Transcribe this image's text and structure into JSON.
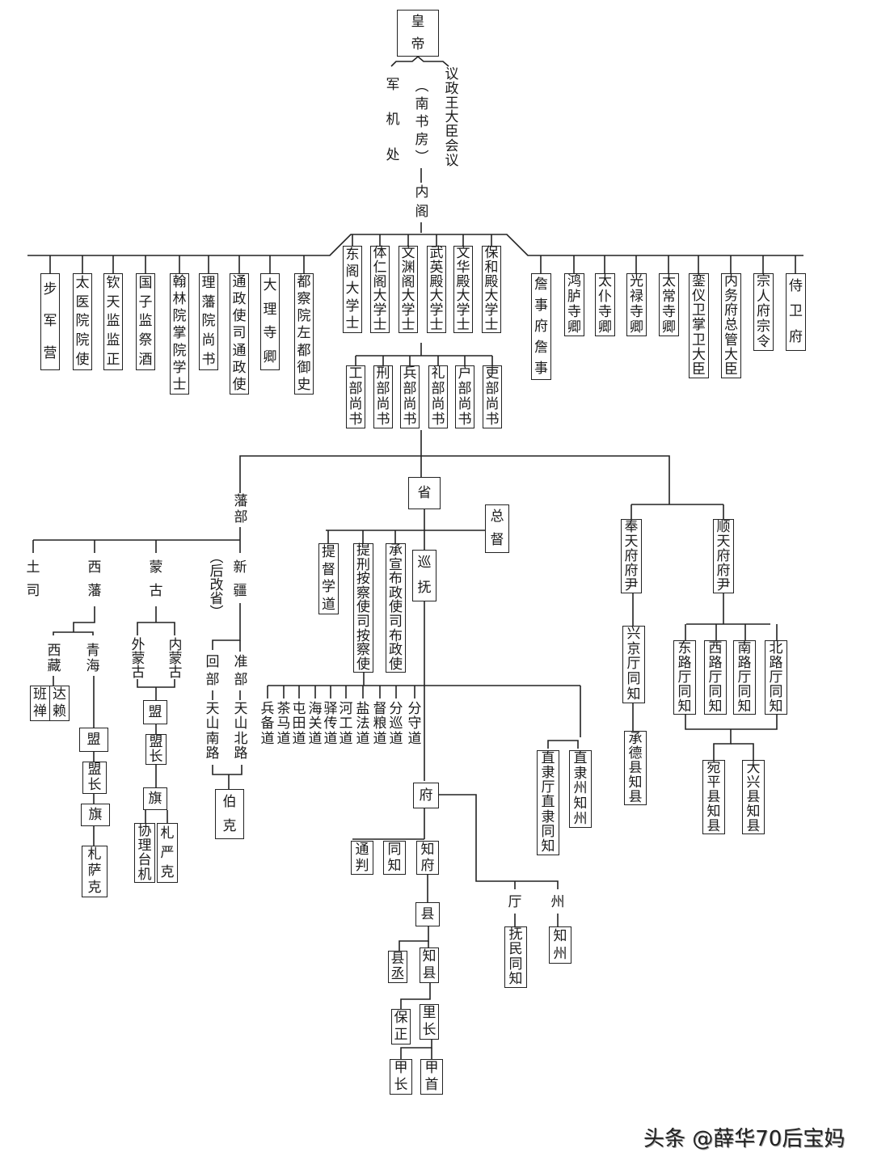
{
  "title": "清朝官制系统图",
  "nodes": {
    "emperor": "皇帝",
    "junjichu": "军机处",
    "nanshufang": "(南书房)",
    "yizheng": "议政王大臣会议",
    "neige": "内阁",
    "left_offices": [
      "步军营",
      "太医院院使",
      "钦天监监正",
      "国子监祭酒",
      "翰林院掌院学士",
      "理藩院尚书",
      "通政使司通政使",
      "大理寺卿",
      "都察院左都御史"
    ],
    "grand_secretaries": [
      "东阁大学士",
      "体仁阁大学士",
      "文渊阁大学士",
      "武英殿大学士",
      "文华殿大学士",
      "保和殿大学士"
    ],
    "right_offices": [
      "詹事府詹事",
      "鸿胪寺卿",
      "太仆寺卿",
      "光禄寺卿",
      "太常寺卿",
      "銮仪卫掌卫大臣",
      "内务府总管大臣",
      "宗人府宗令",
      "侍卫府"
    ],
    "six_ministries": [
      "工部尚书",
      "刑部尚书",
      "兵部尚书",
      "礼部尚书",
      "户部尚书",
      "吏部尚书"
    ],
    "fanbu": "藩部",
    "fanbu_children": [
      "土司",
      "西藩",
      "蒙古",
      "新疆"
    ],
    "xinjiang_note": "(后改省)",
    "xifan_children": [
      "西藏",
      "青海"
    ],
    "tibet_leaders": [
      "班禅",
      "达赖"
    ],
    "qinghai_chain": [
      "盟",
      "盟长",
      "旗",
      "札萨克"
    ],
    "mongol_children": [
      "外蒙古",
      "内蒙古"
    ],
    "mongol_chain": [
      "盟",
      "盟长",
      "旗"
    ],
    "mongol_banner_officials": [
      "协理台机",
      "札严克"
    ],
    "xinjiang_children": [
      "回部",
      "准部"
    ],
    "xinjiang_roads": [
      "天山南路",
      "天山北路"
    ],
    "beg": "伯克",
    "province": "省",
    "governor_general": "总督",
    "province_officials": [
      "提督学道",
      "提刑按察使司按察使",
      "承宣布政使司布政使"
    ],
    "governor": "巡抚",
    "circuits": [
      "兵备道",
      "茶马道",
      "屯田道",
      "海关道",
      "驿传道",
      "河工道",
      "盐法道",
      "督粮道",
      "分巡道",
      "分守道"
    ],
    "zhili": [
      "直隶厅直隶同知",
      "直隶州知州"
    ],
    "prefecture": "府",
    "prefecture_officials": [
      "通判",
      "同知",
      "知府"
    ],
    "ting": "厅",
    "zhou": "州",
    "ting_official": "抚民同知",
    "zhou_official": "知州",
    "county": "县",
    "county_officials": [
      "县丞",
      "知县"
    ],
    "village": [
      "保正",
      "里长"
    ],
    "jia": [
      "甲长",
      "甲首"
    ],
    "fengtian": "奉天府府尹",
    "shuntian": "顺天府府尹",
    "xingjing": "兴京厅同知",
    "chengde": "承德县知县",
    "shuntian_roads": [
      "东路厅同知",
      "西路厅同知",
      "南路厅同知",
      "北路厅同知"
    ],
    "shuntian_counties": [
      "宛平县知县",
      "大兴县知县"
    ]
  },
  "watermark": "头条 @薛华70后宝妈"
}
